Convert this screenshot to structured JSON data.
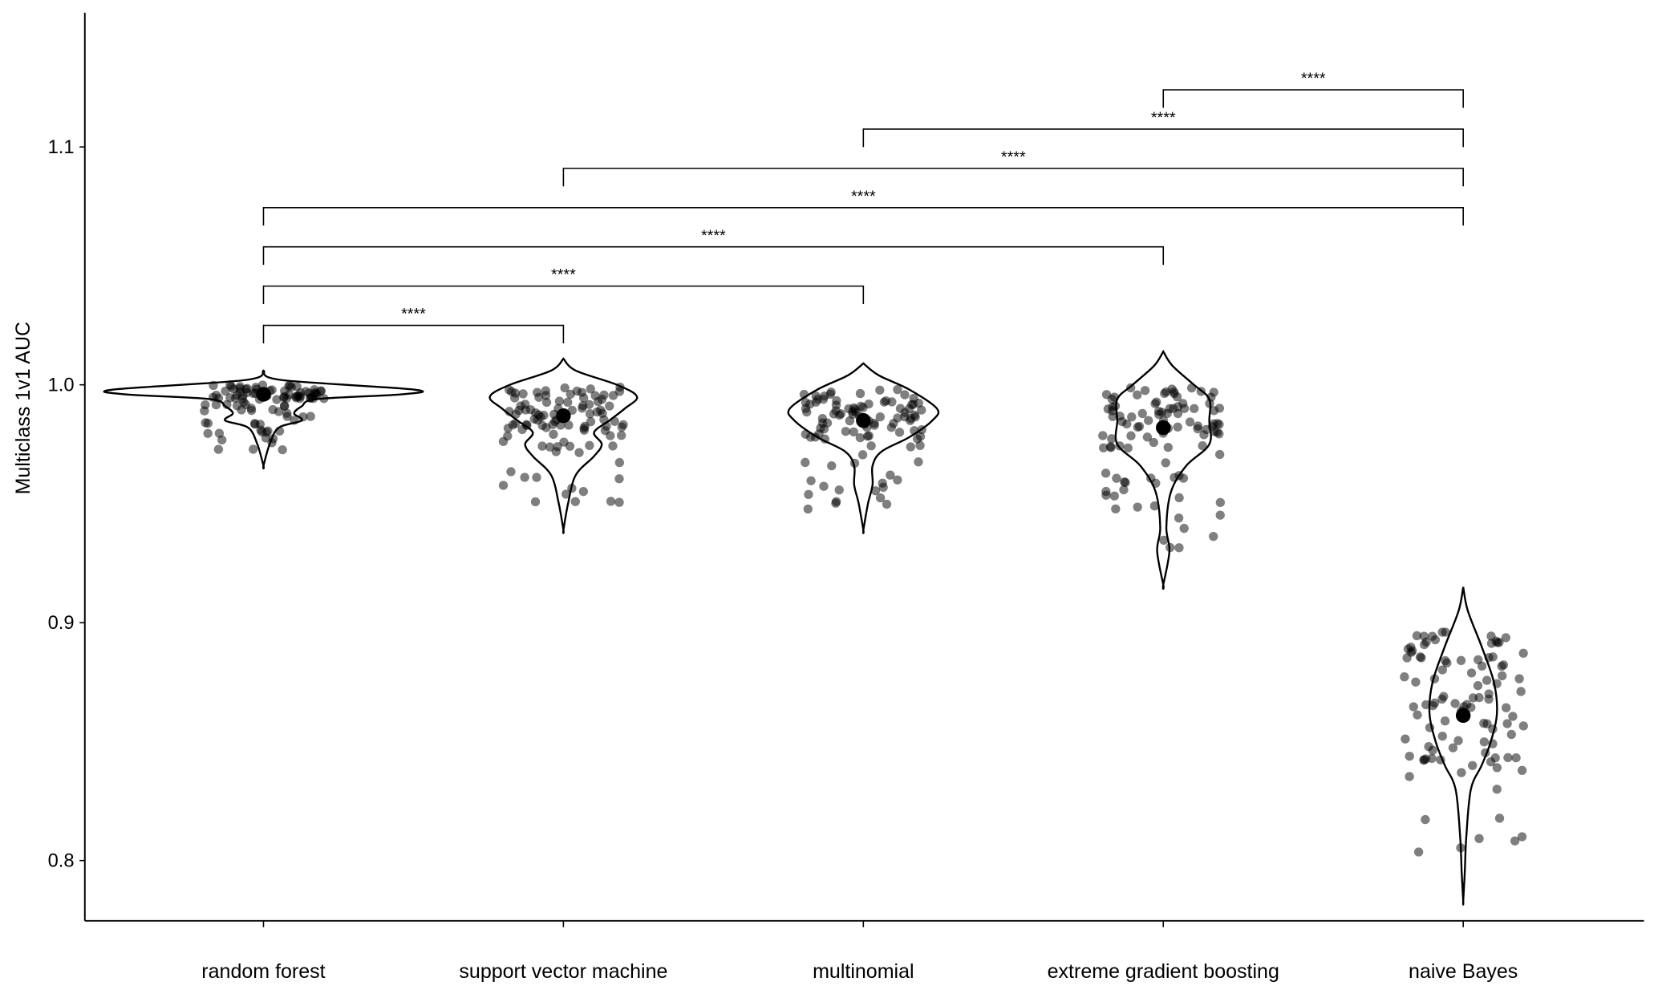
{
  "chart_data": {
    "type": "violin",
    "ylabel": "Multiclass 1v1 AUC",
    "xlabel": "",
    "ylim": [
      0.774,
      1.156
    ],
    "yticks": [
      0.8,
      0.9,
      1.0,
      1.1
    ],
    "ytick_labels": [
      "0.8",
      "0.9",
      "1.0",
      "1.1"
    ],
    "categories": [
      "random forest",
      "support vector machine",
      "multinomial",
      "extreme gradient boosting",
      "naive Bayes"
    ],
    "means": [
      0.996,
      0.987,
      0.985,
      0.982,
      0.861
    ],
    "violins": [
      [
        [
          1.006,
          0
        ],
        [
          1.002,
          0.12
        ],
        [
          0.998,
          0.98
        ],
        [
          0.996,
          0.9
        ],
        [
          0.994,
          0.35
        ],
        [
          0.991,
          0.25
        ],
        [
          0.988,
          0.2
        ],
        [
          0.985,
          0.25
        ],
        [
          0.982,
          0.1
        ],
        [
          0.975,
          0.04
        ],
        [
          0.966,
          0
        ]
      ],
      [
        [
          1.011,
          0
        ],
        [
          1.006,
          0.08
        ],
        [
          1.0,
          0.35
        ],
        [
          0.995,
          0.48
        ],
        [
          0.99,
          0.4
        ],
        [
          0.985,
          0.3
        ],
        [
          0.98,
          0.2
        ],
        [
          0.975,
          0.25
        ],
        [
          0.97,
          0.2
        ],
        [
          0.962,
          0.08
        ],
        [
          0.95,
          0.03
        ],
        [
          0.939,
          0
        ]
      ],
      [
        [
          1.009,
          0
        ],
        [
          1.004,
          0.1
        ],
        [
          0.998,
          0.3
        ],
        [
          0.99,
          0.48
        ],
        [
          0.985,
          0.45
        ],
        [
          0.978,
          0.3
        ],
        [
          0.972,
          0.12
        ],
        [
          0.966,
          0.06
        ],
        [
          0.958,
          0.06
        ],
        [
          0.95,
          0.03
        ],
        [
          0.939,
          0
        ]
      ],
      [
        [
          1.014,
          0
        ],
        [
          1.008,
          0.06
        ],
        [
          1.0,
          0.2
        ],
        [
          0.994,
          0.3
        ],
        [
          0.985,
          0.3
        ],
        [
          0.975,
          0.3
        ],
        [
          0.966,
          0.15
        ],
        [
          0.955,
          0.05
        ],
        [
          0.94,
          0.02
        ],
        [
          0.93,
          0.04
        ],
        [
          0.916,
          0
        ]
      ],
      [
        [
          0.915,
          0
        ],
        [
          0.905,
          0.03
        ],
        [
          0.89,
          0.12
        ],
        [
          0.875,
          0.2
        ],
        [
          0.862,
          0.22
        ],
        [
          0.85,
          0.18
        ],
        [
          0.84,
          0.12
        ],
        [
          0.83,
          0.05
        ],
        [
          0.81,
          0.02
        ],
        [
          0.795,
          0.01
        ],
        [
          0.783,
          0
        ]
      ]
    ],
    "point_spread": [
      [
        0.972,
        1.0
      ],
      [
        0.95,
        0.999
      ],
      [
        0.947,
        0.998
      ],
      [
        0.931,
        0.999
      ],
      [
        0.802,
        0.896
      ]
    ],
    "points_per_group": 100,
    "comparisons": [
      {
        "group1": "random forest",
        "group2": "support vector machine",
        "y": 1.025,
        "label": "****"
      },
      {
        "group1": "random forest",
        "group2": "multinomial",
        "y": 1.0415,
        "label": "****"
      },
      {
        "group1": "random forest",
        "group2": "extreme gradient boosting",
        "y": 1.058,
        "label": "****"
      },
      {
        "group1": "random forest",
        "group2": "naive Bayes",
        "y": 1.0745,
        "label": "****"
      },
      {
        "group1": "support vector machine",
        "group2": "naive Bayes",
        "y": 1.091,
        "label": "****"
      },
      {
        "group1": "multinomial",
        "group2": "naive Bayes",
        "y": 1.1075,
        "label": "****"
      },
      {
        "group1": "extreme gradient boosting",
        "group2": "naive Bayes",
        "y": 1.124,
        "label": "****"
      }
    ],
    "grid": false,
    "legend": "none"
  }
}
